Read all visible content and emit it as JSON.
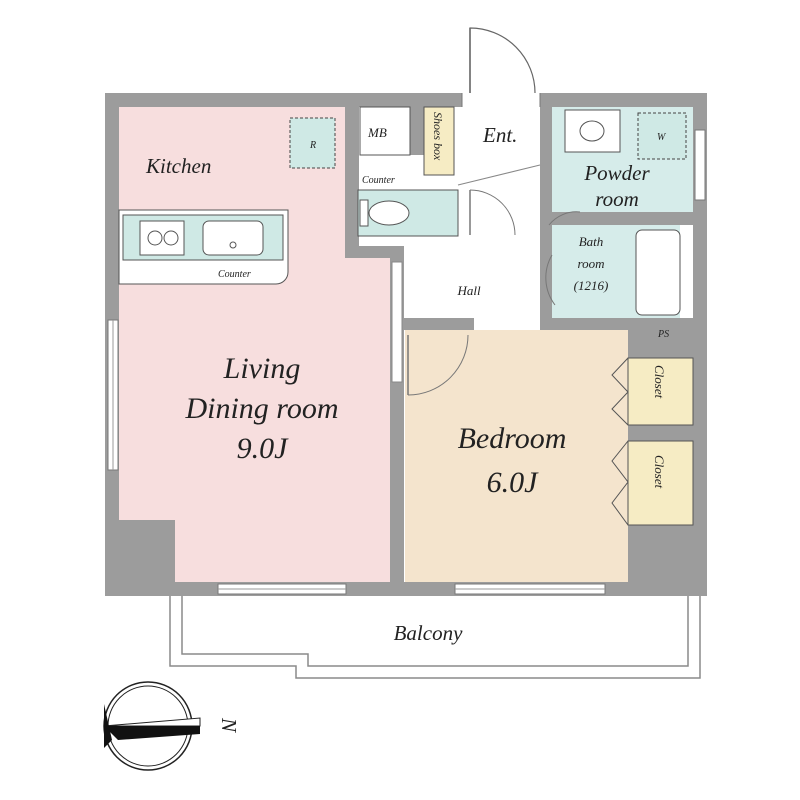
{
  "rooms": {
    "kitchen": "Kitchen",
    "living_line1": "Living",
    "living_line2": "Dining room",
    "living_size": "9.0J",
    "bedroom": "Bedroom",
    "bedroom_size": "6.0J",
    "powder_line1": "Powder",
    "powder_line2": "room",
    "bath_line1": "Bath",
    "bath_line2": "room",
    "bath_size": "(1216)",
    "hall": "Hall",
    "entrance": "Ent.",
    "balcony": "Balcony"
  },
  "fixtures": {
    "mb": "MB",
    "shoes_box": "Shoes box",
    "counter_toilet": "Counter",
    "counter_kitchen": "Counter",
    "fridge": "R",
    "washer": "W",
    "ps": "PS",
    "closet1": "Closet",
    "closet2": "Closet"
  },
  "compass": {
    "label": "N"
  },
  "colors": {
    "living_kitchen": "#f7dede",
    "bedroom": "#f4e4cd",
    "wet_area": "#d6ecea",
    "closet": "#f6ecc4",
    "shoes_box": "#f6ecc4",
    "wall": "#9c9c9c"
  }
}
